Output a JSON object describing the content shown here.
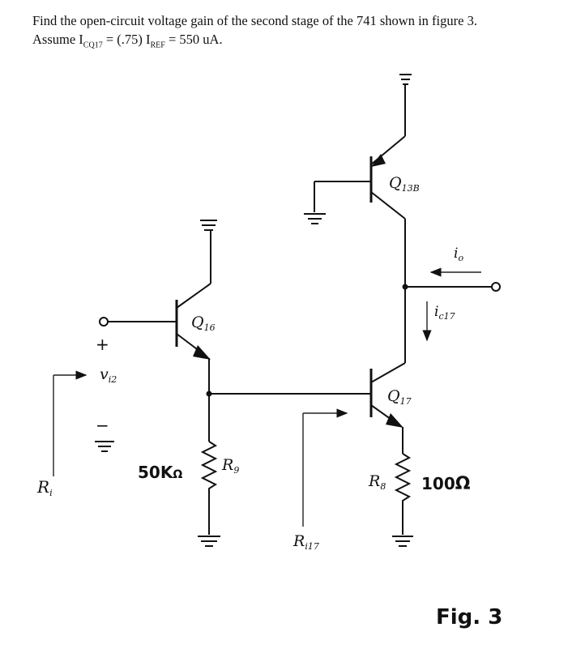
{
  "problem": {
    "line1": "Find the open-circuit voltage gain of the second stage of the 741 shown in figure 3.",
    "line2_prefix": "Assume I",
    "line2_sub1": "CQ17",
    "line2_mid": " = (.75) I",
    "line2_sub2": "REF",
    "line2_suffix": " = 550 uA."
  },
  "labels": {
    "q13b": "Q",
    "q13b_sub": "13B",
    "q16": "Q",
    "q16_sub": "16",
    "q17": "Q",
    "q17_sub": "17",
    "io": "i",
    "io_sub": "o",
    "ic17": "i",
    "ic17_sub": "c17",
    "vi2_plus": "+",
    "vi2_minus": "−",
    "vi2": "v",
    "vi2_sub": "i2",
    "ri": "R",
    "ri_sub": "i",
    "r9_value": "50K",
    "r9_unit": "Ω",
    "r9": "R",
    "r9_sub": "9",
    "r8": "R",
    "r8_sub": "8",
    "r8_value": "100",
    "r8_unit": "Ω",
    "ri17": "R",
    "ri17_sub": "i17",
    "fig": "Fig. 3"
  }
}
